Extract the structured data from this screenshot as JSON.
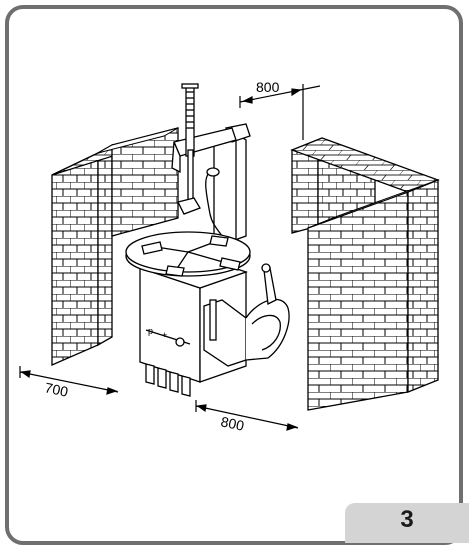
{
  "figure": {
    "number": "3",
    "dimensions": {
      "top_clearance": "800",
      "left_clearance": "700",
      "front_clearance": "800"
    }
  },
  "colors": {
    "frame": "#6f6f6f",
    "tab": "#d4d4d4",
    "line": "#000000"
  }
}
